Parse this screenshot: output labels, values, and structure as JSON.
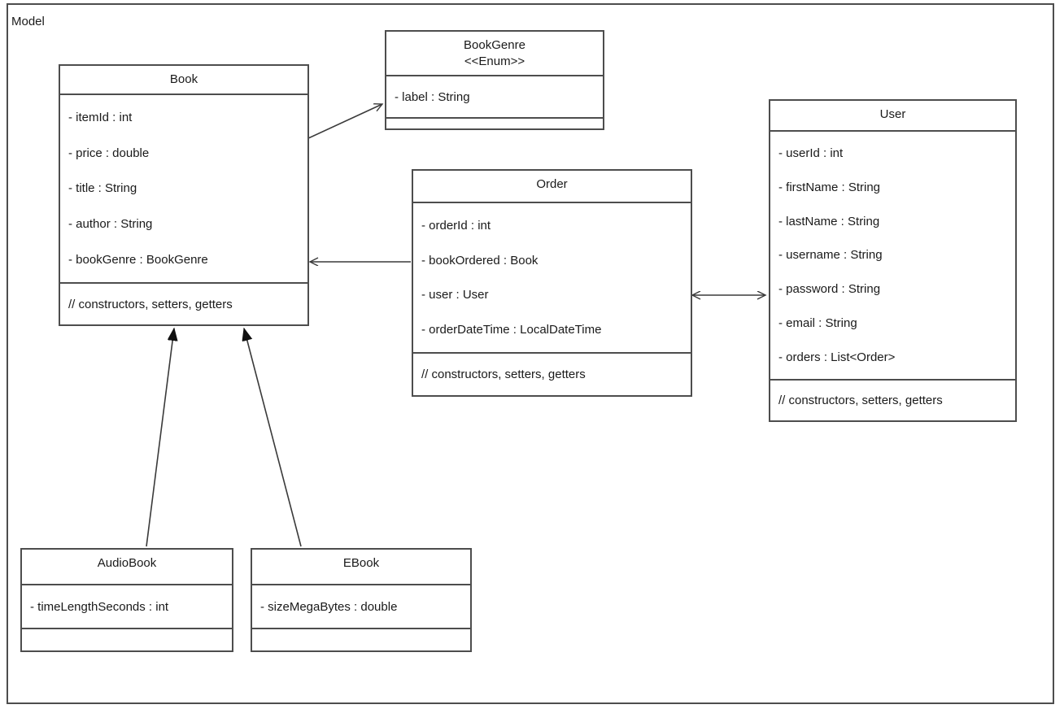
{
  "diagram": {
    "type": "uml-class-diagram",
    "package_label": "Model",
    "methods_note": "// constructors, setters, getters",
    "classes": [
      {
        "id": "book",
        "name": "Book",
        "stereotype": "",
        "attributes": [
          "- itemId : int",
          "- price : double",
          "- title : String",
          "- author : String",
          "- bookGenre : BookGenre"
        ],
        "methods": "// constructors, setters, getters"
      },
      {
        "id": "bookgenre",
        "name": "BookGenre",
        "stereotype": "<<Enum>>",
        "attributes": [
          "- label : String"
        ],
        "methods": ""
      },
      {
        "id": "order",
        "name": "Order",
        "stereotype": "",
        "attributes": [
          "- orderId : int",
          "- bookOrdered : Book",
          "- user : User",
          "- orderDateTime : LocalDateTime"
        ],
        "methods": "// constructors, setters, getters"
      },
      {
        "id": "user",
        "name": "User",
        "stereotype": "",
        "attributes": [
          "- userId : int",
          "- firstName : String",
          "- lastName : String",
          "- username : String",
          "- password : String",
          "- email : String",
          "- orders : List<Order>"
        ],
        "methods": "// constructors, setters, getters"
      },
      {
        "id": "audiobook",
        "name": "AudioBook",
        "stereotype": "",
        "attributes": [
          "- timeLengthSeconds : int"
        ],
        "methods": ""
      },
      {
        "id": "ebook",
        "name": "EBook",
        "stereotype": "",
        "attributes": [
          "- sizeMegaBytes : double"
        ],
        "methods": ""
      }
    ],
    "relationships": [
      {
        "from": "Book",
        "to": "BookGenre",
        "kind": "association",
        "arrow": "open"
      },
      {
        "from": "Order",
        "to": "Book",
        "kind": "association",
        "arrow": "open"
      },
      {
        "from": "Order",
        "to": "User",
        "kind": "association",
        "arrow": "bidirectional"
      },
      {
        "from": "AudioBook",
        "to": "Book",
        "kind": "generalization",
        "arrow": "filled-triangle"
      },
      {
        "from": "EBook",
        "to": "Book",
        "kind": "generalization",
        "arrow": "filled-triangle"
      }
    ],
    "colors": {
      "stroke": "#4d4d4d",
      "text": "#1a1a1a",
      "fill": "#ffffff",
      "edge": "#3a3a3a"
    }
  }
}
